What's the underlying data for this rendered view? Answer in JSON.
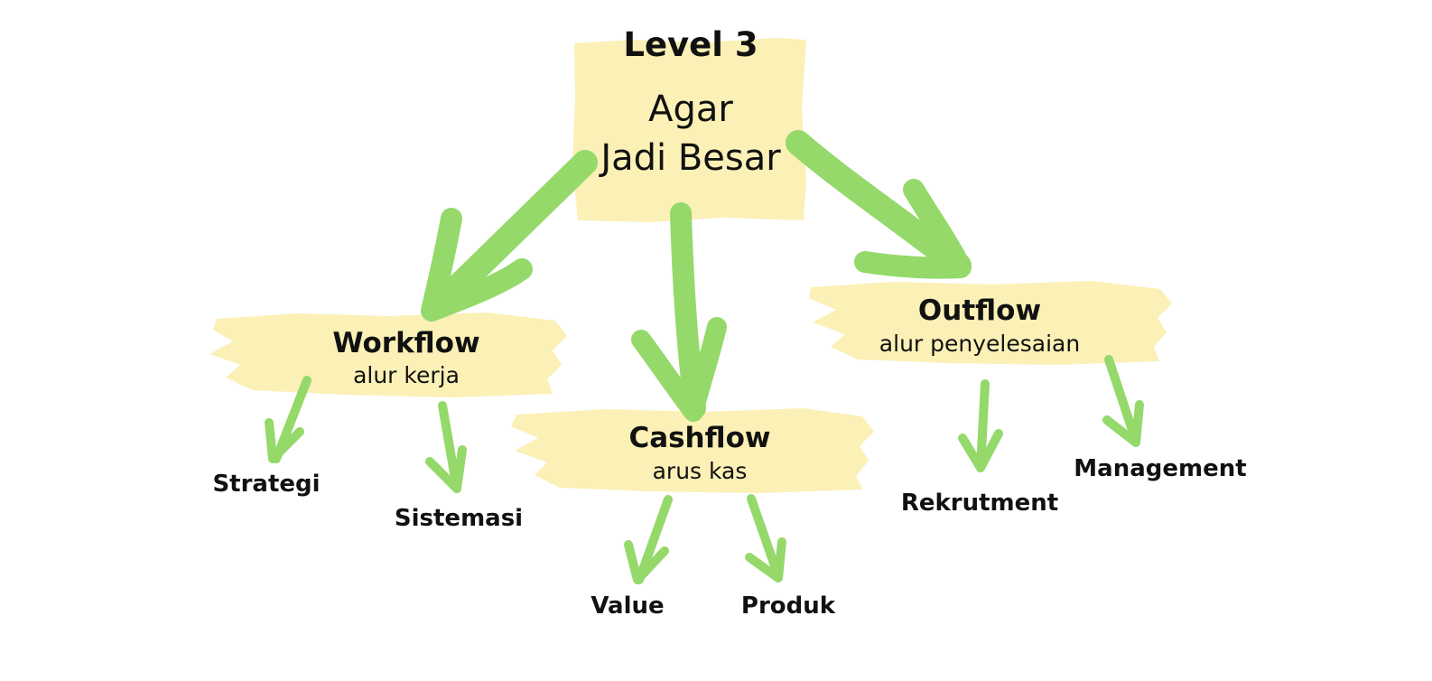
{
  "colors": {
    "highlight": "#fbf0b6",
    "arrow": "#94d96a",
    "text": "#111111"
  },
  "top": {
    "title": "Level 3",
    "line1": "Agar",
    "line2": "Jadi Besar"
  },
  "workflow": {
    "title": "Workflow",
    "subtitle": "alur kerja",
    "leaves": [
      "Strategi",
      "Sistemasi"
    ]
  },
  "cashflow": {
    "title": "Cashflow",
    "subtitle": "arus kas",
    "leaves": [
      "Value",
      "Produk"
    ]
  },
  "outflow": {
    "title": "Outflow",
    "subtitle": "alur penyelesaian",
    "leaves": [
      "Rekrutment",
      "Management"
    ]
  }
}
